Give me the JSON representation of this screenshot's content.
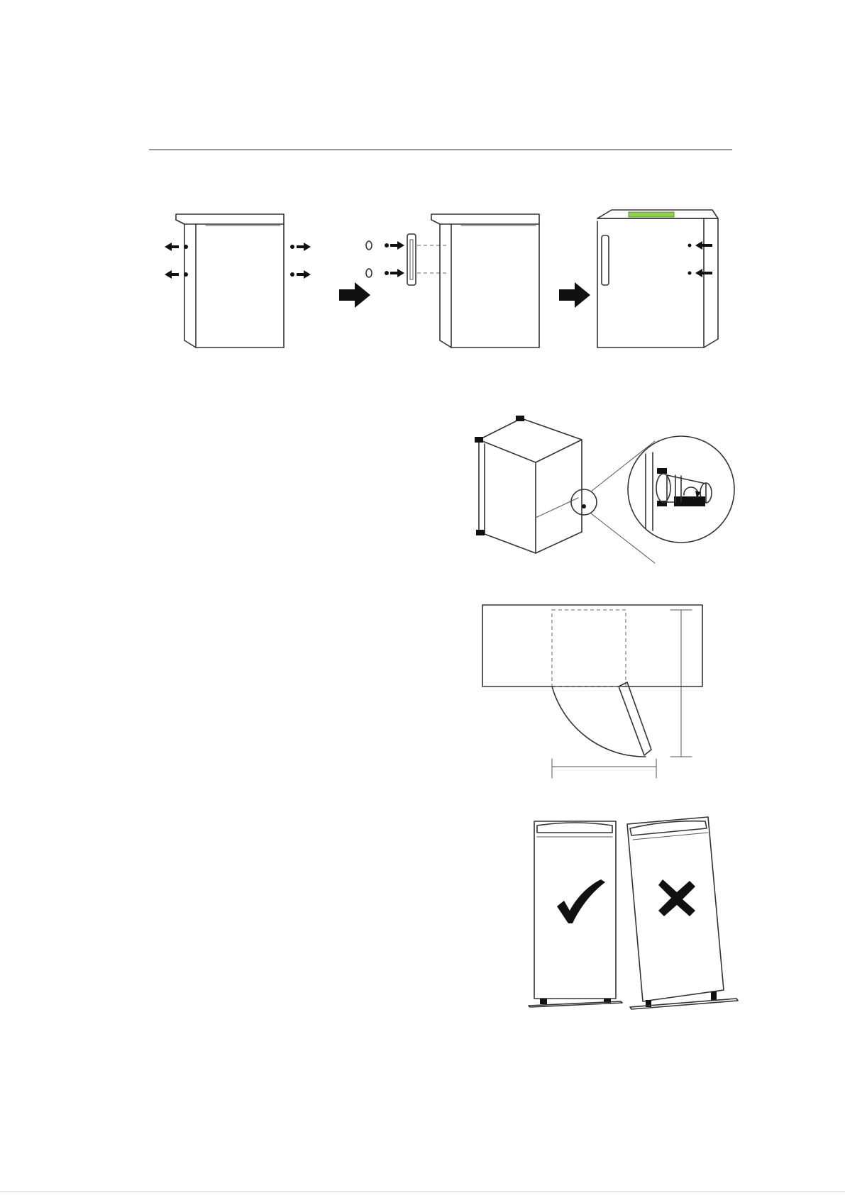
{
  "page": {
    "header_rule": true,
    "figures": [
      {
        "id": "door-handle-reversal",
        "icons": [
          "fridge-open-icon",
          "arrow-right-icon",
          "fridge-handle-icon",
          "arrow-right-icon",
          "fridge-closed-icon"
        ]
      },
      {
        "id": "foot-adjustment",
        "icons": [
          "fridge-tilted-icon",
          "adjustable-foot-detail-icon",
          "rotate-arrow-icon"
        ]
      },
      {
        "id": "door-swing-plan",
        "icons": [
          "cabinet-plan-icon",
          "door-arc-icon",
          "dimension-arrow-icon"
        ]
      },
      {
        "id": "levelling-check",
        "icons": [
          "fridge-level-icon",
          "checkmark-icon",
          "fridge-unlevel-icon",
          "cross-icon"
        ]
      }
    ],
    "colors": {
      "display_strip": "#8fd14f",
      "ink": "#111111",
      "rule": "#9a9a9a"
    }
  }
}
